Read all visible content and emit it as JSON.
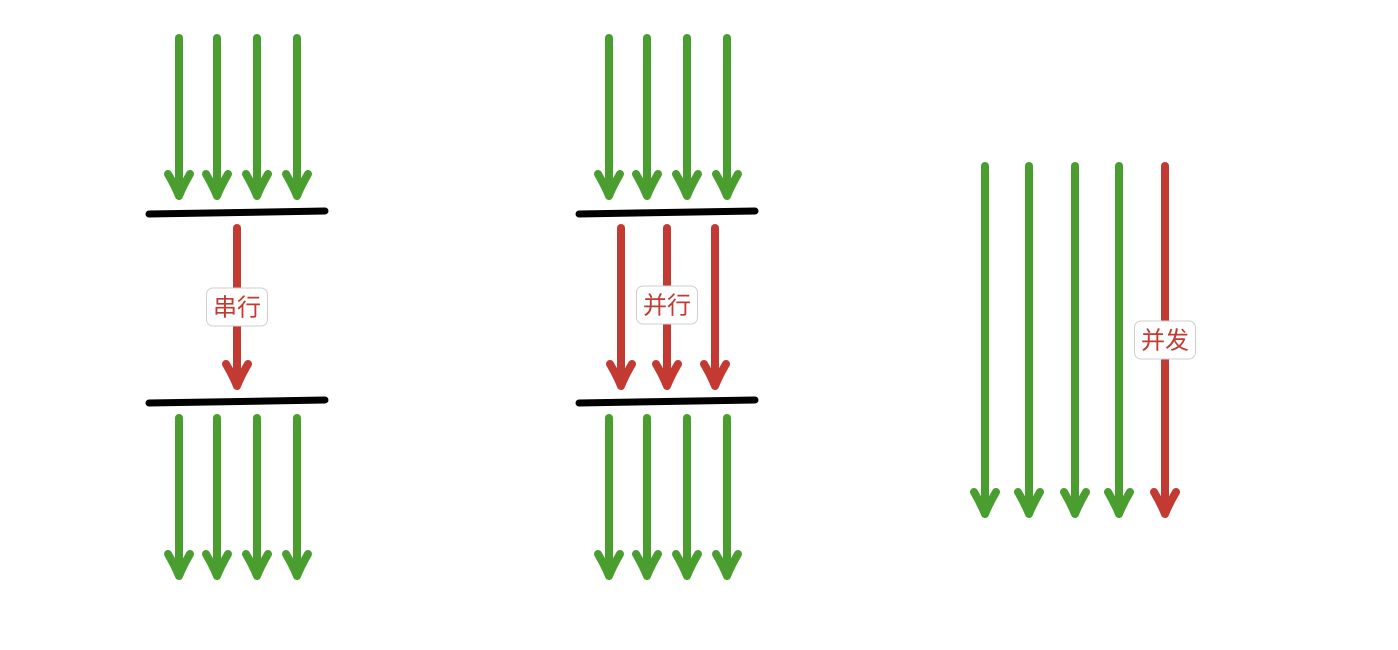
{
  "labels": {
    "serial": "串行",
    "parallel": "并行",
    "concurrent": "并发"
  },
  "colors": {
    "green": "#4a9d2f",
    "red": "#c23a32",
    "black": "#000000",
    "label_border": "#cfcfcf"
  }
}
